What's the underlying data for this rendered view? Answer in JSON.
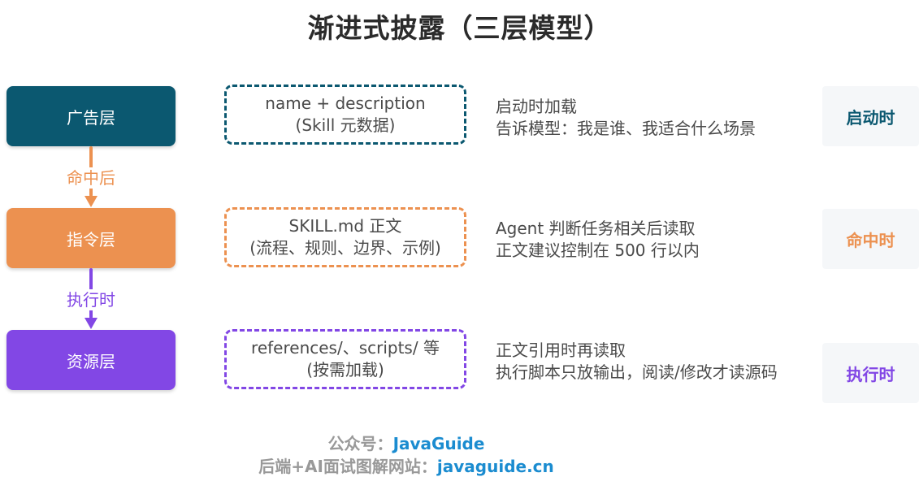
{
  "title": "渐进式披露（三层模型）",
  "colors": {
    "ad": "#0b5870",
    "instruction": "#ec9150",
    "resource": "#8247e5",
    "footer_highlight": "#1b8cd0"
  },
  "layers": [
    {
      "name": "广告层",
      "content_line1": "name + description",
      "content_line2": "(Skill 元数据)",
      "desc_line1": "启动时加载",
      "desc_line2": "告诉模型：我是谁、我适合什么场景",
      "stage": "启动时"
    },
    {
      "name": "指令层",
      "content_line1": "SKILL.md 正文",
      "content_line2": "(流程、规则、边界、示例)",
      "desc_line1": "Agent 判断任务相关后读取",
      "desc_line2": "正文建议控制在 500 行以内",
      "stage": "命中时"
    },
    {
      "name": "资源层",
      "content_line1": "references/、scripts/ 等",
      "content_line2": "(按需加载)",
      "desc_line1": "正文引用时再读取",
      "desc_line2": "执行脚本只放输出，阅读/修改才读源码",
      "stage": "执行时"
    }
  ],
  "transitions": [
    "命中后",
    "执行时"
  ],
  "footer": {
    "line1_prefix": "公众号：",
    "line1_value": "JavaGuide",
    "line2_prefix": "后端+AI面试图解网站：",
    "line2_value": "javaguide.cn"
  }
}
